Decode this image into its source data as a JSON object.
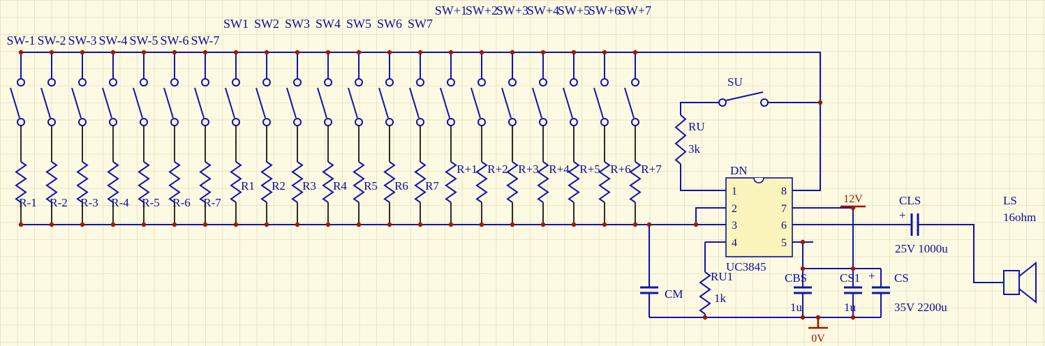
{
  "colors": {
    "background": "#FCFAE2",
    "grid": "#E8E4C4",
    "wire": "#1212AE",
    "pin": "#151515",
    "junction": "#9B1C00",
    "label": "#0C0C9C",
    "power": "#A31200",
    "ic_fill": "#FBF5BC"
  },
  "switches": {
    "labels": [
      "SW-1",
      "SW-2",
      "SW-3",
      "SW-4",
      "SW-5",
      "SW-6",
      "SW-7",
      "SW1",
      "SW2",
      "SW3",
      "SW4",
      "SW5",
      "SW6",
      "SW7",
      "SW+1",
      "SW+2",
      "SW+3",
      "SW+4",
      "SW+5",
      "SW+6",
      "SW+7"
    ]
  },
  "resistors": {
    "labels": [
      "R-1",
      "R-2",
      "R-3",
      "R-4",
      "R-5",
      "R-6",
      "R-7",
      "R1",
      "R2",
      "R3",
      "R4",
      "R5",
      "R6",
      "R7",
      "R+1",
      "R+2",
      "R+3",
      "R+4",
      "R+5",
      "R+6",
      "R+7"
    ]
  },
  "components": {
    "su": {
      "label": "SU"
    },
    "ru": {
      "label": "RU",
      "value": "3k"
    },
    "ru1": {
      "label": "RU1",
      "value": "1k"
    },
    "ic": {
      "label": "DN",
      "part": "UC3845",
      "pins_left": [
        "1",
        "2",
        "3",
        "4"
      ],
      "pins_right": [
        "8",
        "7",
        "6",
        "5"
      ]
    },
    "cls": {
      "label": "CLS",
      "value": "25V 1000u",
      "polarity": "+"
    },
    "cbs": {
      "label": "CBS",
      "value": "1u"
    },
    "cs1": {
      "label": "CS1",
      "value": "1u"
    },
    "cs": {
      "label": "CS",
      "value": "35V 2200u",
      "polarity": "+"
    },
    "cm": {
      "label": "CM"
    },
    "ls": {
      "label": "LS",
      "value": "16ohm"
    }
  },
  "power": {
    "vcc": "12V",
    "gnd": "0V"
  }
}
